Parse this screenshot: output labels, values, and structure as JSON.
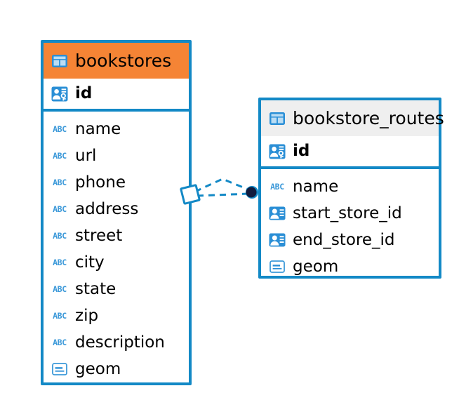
{
  "diagram": {
    "type": "entity-relationship-diagram",
    "background_color": "#FFFFFF",
    "accent_color": "#1389C6",
    "highlight_color": "#F58435",
    "header_plain_color": "#EFEFEF"
  },
  "entities": [
    {
      "name": "bookstores",
      "title": "bookstores",
      "header_style": "accent",
      "header_icon": "table-icon",
      "primary_keys": [
        {
          "label": "id",
          "icon": "primary-key-icon"
        }
      ],
      "fields": [
        {
          "label": "name",
          "icon": "abc-text-icon"
        },
        {
          "label": "url",
          "icon": "abc-text-icon"
        },
        {
          "label": "phone",
          "icon": "abc-text-icon"
        },
        {
          "label": "address",
          "icon": "abc-text-icon"
        },
        {
          "label": "street",
          "icon": "abc-text-icon"
        },
        {
          "label": "city",
          "icon": "abc-text-icon"
        },
        {
          "label": "state",
          "icon": "abc-text-icon"
        },
        {
          "label": "zip",
          "icon": "abc-text-icon"
        },
        {
          "label": "description",
          "icon": "abc-text-icon"
        },
        {
          "label": "geom",
          "icon": "geometry-icon"
        }
      ]
    },
    {
      "name": "bookstore_routes",
      "title": "bookstore_routes",
      "header_style": "plain",
      "header_icon": "table-icon",
      "primary_keys": [
        {
          "label": "id",
          "icon": "primary-key-icon"
        }
      ],
      "fields": [
        {
          "label": "name",
          "icon": "abc-text-icon"
        },
        {
          "label": "start_store_id",
          "icon": "foreign-key-icon"
        },
        {
          "label": "end_store_id",
          "icon": "foreign-key-icon"
        },
        {
          "label": "geom",
          "icon": "geometry-icon"
        }
      ]
    }
  ],
  "relationships": [
    {
      "from": "bookstores",
      "to": "bookstore_routes",
      "source_marker": "diamond-outline",
      "target_marker": "filled-circle",
      "line_style": "dashed",
      "color": "#1389C6"
    }
  ]
}
